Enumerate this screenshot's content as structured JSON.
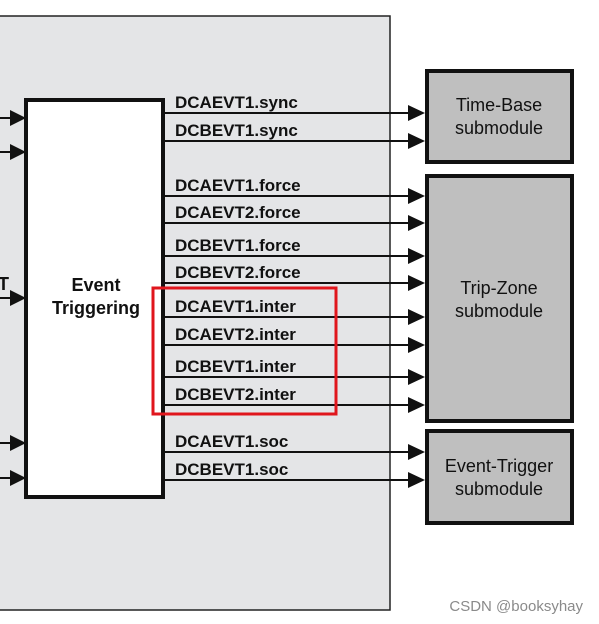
{
  "event_block": {
    "line1": "Event",
    "line2": "Triggering"
  },
  "left_input_label": "T",
  "modules": [
    {
      "line1": "Time-Base",
      "line2": "submodule"
    },
    {
      "line1": "Trip-Zone",
      "line2": "submodule"
    },
    {
      "line1": "Event-Trigger",
      "line2": "submodule"
    }
  ],
  "signals": [
    "DCAEVT1.sync",
    "DCBEVT1.sync",
    "DCAEVT1.force",
    "DCAEVT2.force",
    "DCBEVT1.force",
    "DCBEVT2.force",
    "DCAEVT1.inter",
    "DCAEVT2.inter",
    "DCBEVT1.inter",
    "DCBEVT2.inter",
    "DCAEVT1.soc",
    "DCBEVT1.soc"
  ],
  "watermark": "CSDN @booksyhay",
  "colors": {
    "panel": "#e4e5e7",
    "module": "#bfbfbf",
    "highlight": "#e0161d",
    "line": "#111111"
  }
}
